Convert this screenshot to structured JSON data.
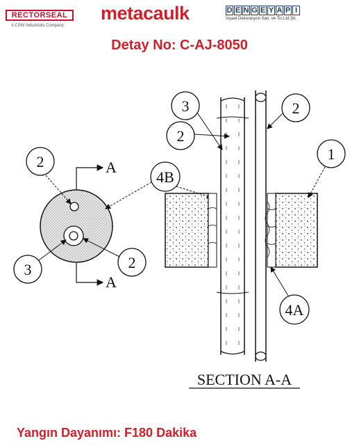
{
  "header": {
    "rectorseal_logo": "RECTORSEAL",
    "rectorseal_tagline": "A CSW Industrials Company",
    "metacaulk_logo": "metacaulk",
    "dengeyapi_logo": "DENGEYAPI",
    "dengeyapi_sub": "İnşaat Dekorasyon San. ve Tic.Ltd.Şti.",
    "colors": {
      "brand_red": "#d31f2b",
      "denge_blue": "#1f3a7a"
    }
  },
  "title": "Detay No: C-AJ-8050",
  "diagram": {
    "plan_labels": {
      "top_pipe": "2",
      "bottom_pipe": "2",
      "insulation": "3",
      "sealant": "4B",
      "section_arrow_top": "A",
      "section_arrow_bottom": "A"
    },
    "section_labels": {
      "insulation": "3",
      "left_pipe": "2",
      "right_pipe": "2",
      "wall": "1",
      "sealant_top": "4B",
      "sealant_bottom": "4A"
    },
    "section_caption": "SECTION A-A"
  },
  "footer": "Yangın Dayanımı: F180 Dakika"
}
